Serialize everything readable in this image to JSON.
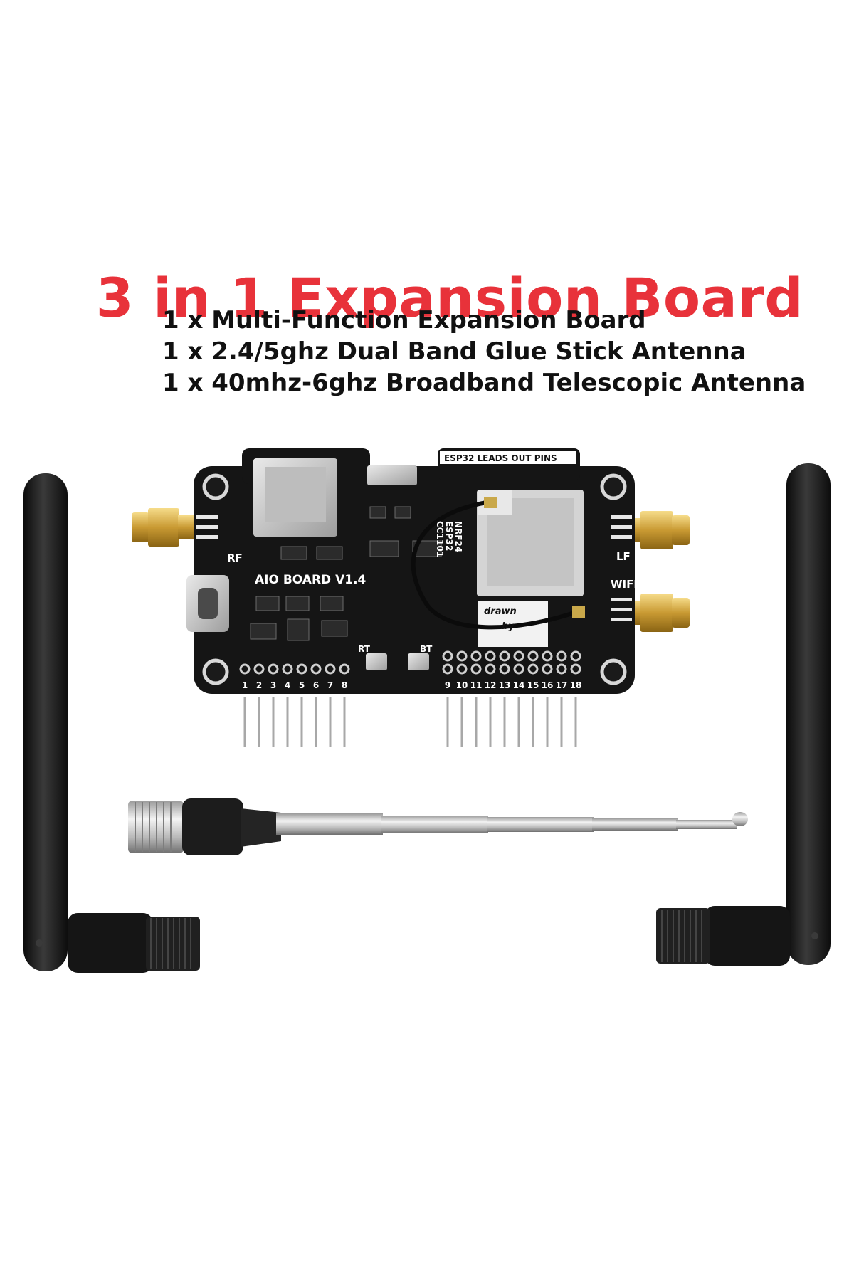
{
  "title": {
    "text": "3 in 1 Expansion Board",
    "color": "#e8323a"
  },
  "contents": [
    "1 x Multi-Function Expansion Board",
    "1 x 2.4/5ghz Dual Band Glue Stick Antenna",
    "1 x 40mhz-6ghz Broadband Telescopic Antenna"
  ],
  "board": {
    "name": "AIO BOARD V1.4",
    "header_label": "ESP32 LEADS OUT PINS",
    "rf_label": "RF",
    "lf_label": "LF",
    "wifi_label": "WIFI",
    "module_labels": [
      "NRF24",
      "ESP32",
      "CC1101"
    ],
    "button_labels": [
      "RT",
      "BT"
    ],
    "pin_numbers_left": [
      "1",
      "2",
      "3",
      "4",
      "5",
      "6",
      "7",
      "8"
    ],
    "pin_numbers_right": [
      "9",
      "10",
      "11",
      "12",
      "13",
      "14",
      "15",
      "16",
      "17",
      "18"
    ],
    "drawn_by_text": [
      "drawn",
      "by"
    ],
    "color": "#151515"
  }
}
